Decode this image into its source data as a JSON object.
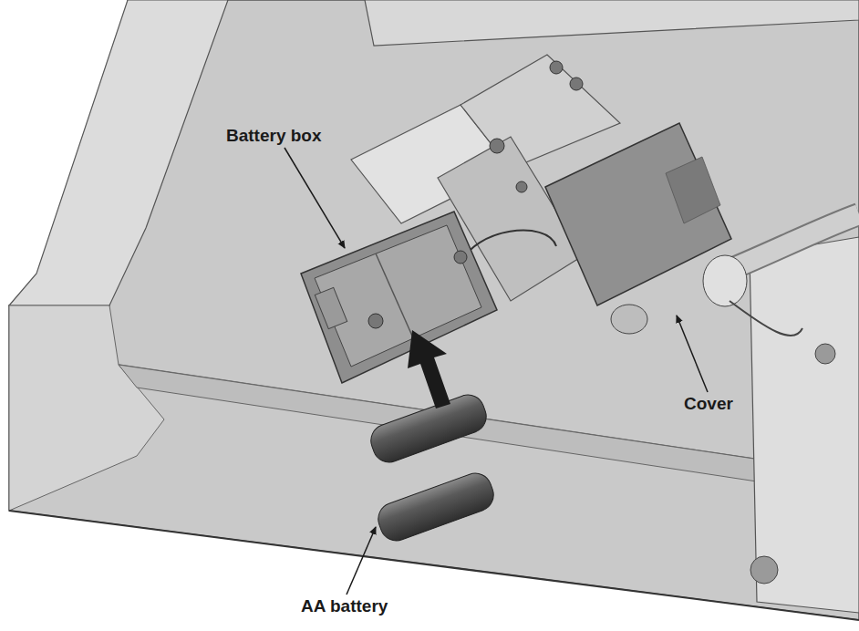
{
  "diagram": {
    "labels": [
      "Battery box",
      "Cover",
      "AA battery"
    ]
  }
}
